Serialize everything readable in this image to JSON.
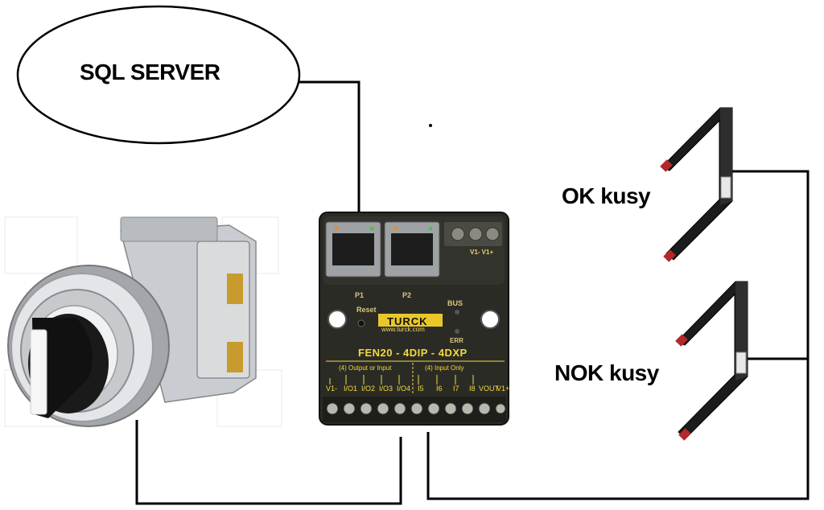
{
  "database": {
    "label": "SQL SERVER"
  },
  "sensors": {
    "ok_label": "OK kusy",
    "nok_label": "NOK kusy"
  },
  "module": {
    "brand": "TURCK",
    "url": "www.turck.com",
    "model": "FEN20 - 4DIP - 4DXP",
    "port1": "P1",
    "port2": "P2",
    "bus": "BUS",
    "err": "ERR",
    "reset": "Reset",
    "power": "V1-  V1+",
    "group_output_input": "(4) Output or Input",
    "group_input_only": "(4) Input Only",
    "pins": [
      "V1-",
      "I/O1",
      "I/O2",
      "I/O3",
      "I/O4",
      "I5",
      "I6",
      "I7",
      "I8",
      "VOUT",
      "V1+"
    ]
  },
  "colors": {
    "line": "#000000",
    "module_body": "#2b2b26",
    "module_text": "#f4da3c",
    "sensor_body": "#1c1c1c",
    "sensor_tip": "#b3282a"
  }
}
